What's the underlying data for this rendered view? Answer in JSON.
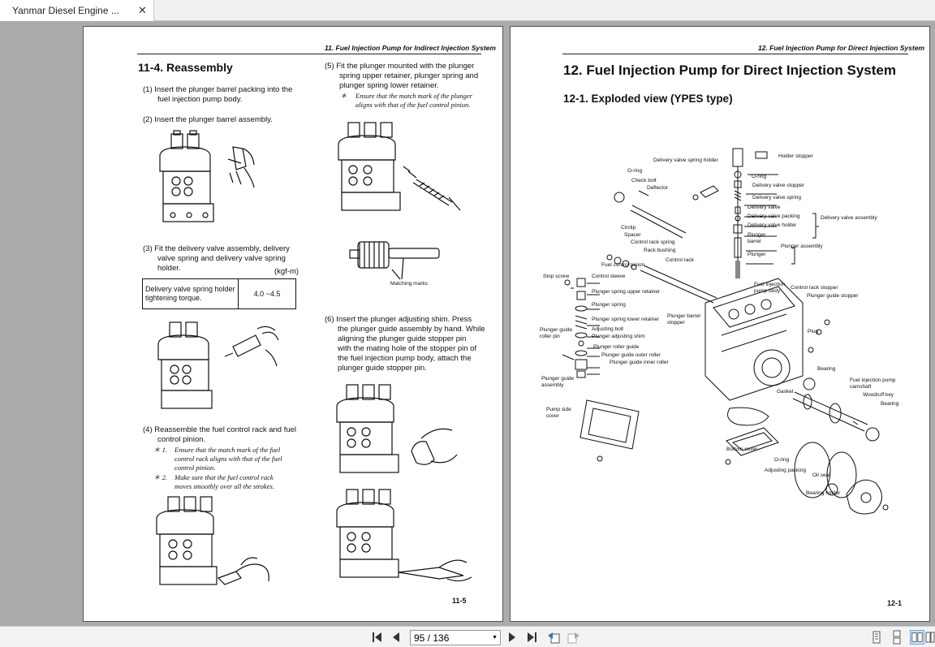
{
  "tab": {
    "title": "Yanmar Diesel Engine ...",
    "close": "✕"
  },
  "left_page": {
    "header": "11.  Fuel Injection Pump for Indirect Injection System",
    "section_title": "11-4.  Reassembly",
    "step1_a": "(1)  Insert the plunger barrel packing into the",
    "step1_b": "fuel injection pump body.",
    "step2": "(2)  Insert the plunger barrel assembly.",
    "step3_a": "(3)  Fit the delivery valve assembly, delivery",
    "step3_b": "valve spring and delivery valve spring",
    "step3_c": "holder.",
    "unit": "(kgf-m)",
    "table_label_a": "Delivery valve spring holder",
    "table_label_b": "tightening torque.",
    "table_value": "4.0 ~4.5",
    "step4_a": "(4)  Reassemble the fuel control rack and fuel",
    "step4_b": "control pinion.",
    "step4_n1_star": "＊ 1.",
    "step4_n1_a": "Ensure that the match mark of the fuel",
    "step4_n1_b": "control rack aligns with that of the fuel",
    "step4_n1_c": "control pinion.",
    "step4_n2_star": "＊ 2.",
    "step4_n2_a": "Make sure that the fuel control rack",
    "step4_n2_b": "moves smoothly over all the strokes.",
    "step5_a": "(5)  Fit the plunger mounted with the plunger",
    "step5_b": "spring upper retainer, plunger spring and",
    "step5_c": "plunger spring lower retainer.",
    "step5_star": "＊",
    "step5_n_a": "Ensure that the match mark of the plunger",
    "step5_n_b": "aligns with that of the fuel control pinion.",
    "matching_marks": "Matching marks",
    "step6_a": "(6)  Insert the plunger adjusting shim.  Press",
    "step6_b": "the plunger guide assembly by hand. While",
    "step6_c": "aligning the plunger guide stopper pin",
    "step6_d": "with the mating hole of the stopper pin of",
    "step6_e": "the fuel injection pump body, attach the",
    "step6_f": "plunger guide stopper pin.",
    "page_number": "11-5"
  },
  "right_page": {
    "header": "12.  Fuel Injection Pump for Direct Injection System",
    "title": "12.  Fuel Injection Pump for Direct Injection System",
    "subtitle": "12-1.  Exploded view (YPES type)",
    "labels": {
      "holder_stopper": "Holder stopper",
      "delivery_valve_spring_holder": "Delivery valve spring holder",
      "o_ring_top": "O-ring",
      "o_ring_left": "O-ring",
      "check_bolt": "Check bolt",
      "deflector": "Deflector",
      "delivery_valve_stopper": "Delivery valve stopper",
      "delivery_valve_spring": "Delivery valve spring",
      "delivery_valve": "Delivery  valve",
      "delivery_valve_packing": "Delivery valve packing",
      "delivery_valve_holder": "Delivery valve holder",
      "delivery_valve_assembly": "Delivery valve assembly",
      "circlip": "Circlip",
      "spacer": "Spacer",
      "control_rack_spring": "Control rack spring",
      "rack_bushing": "Rack bushing",
      "control_rack": "Control rack",
      "plunger_barrel_a": "Plunger",
      "plunger_barrel_b": "barrel",
      "plunger": "Plunger",
      "plunger_assembly": "Plunger assembly",
      "fuel_control_pinion": "Fuel control pinion",
      "stop_screw": "Stop screw",
      "control_sleeve": "Control sleeve",
      "plunger_spring_upper_retainer": "Plunger spring upper retainer",
      "plunger_spring": "Plunger spring",
      "plunger_spring_lower_retainer": "Plunger spring lower retainer",
      "plunger_barrel_stopper_a": "Plunger barrel",
      "plunger_barrel_stopper_b": "stopper",
      "adjusting_bolt": "Adjusting bolt",
      "plunger_adjusting_shim": "Plunger adjusting shim",
      "plunger_guide_roller_pin_a": "Plunger guide",
      "plunger_guide_roller_pin_b": "roller pin",
      "plunger_roller_guide": "Plunger roller guide",
      "plunger_guide_outer_roller": "Plunger guide outer roller",
      "plunger_guide_inner_roller": "Plunger guide inner roller",
      "fuel_injection_pump_body_a": "Fuel injection",
      "fuel_injection_pump_body_b": "pump body",
      "control_rack_stopper": "Control rack stopper",
      "plunger_guide_stopper": "Plunger guide stopper",
      "plug": "Plug",
      "bearing_right": "Bearing",
      "plunger_guide_assembly_a": "Plunger guide",
      "plunger_guide_assembly_b": "assembly",
      "gasket": "Gasket",
      "fuel_injection_pump_camshaft_a": "Fuel injection pump",
      "fuel_injection_pump_camshaft_b": "camshaft",
      "woodruff_key": "Woodruff key",
      "bearing_lower": "Bearing",
      "pump_side_cover_a": "Pump side",
      "pump_side_cover_b": "cover",
      "bottom_cover": "Bottom cover",
      "o_ring_bottom": "O-ring",
      "adjusting_packing": "Adjusting packing",
      "oil_seal": "Oil seal",
      "bearing_holder": "Bearing holder"
    },
    "page_number": "12-1"
  },
  "toolbar": {
    "page_indicator": "95 / 136",
    "dropdown_arrow": "▼"
  }
}
